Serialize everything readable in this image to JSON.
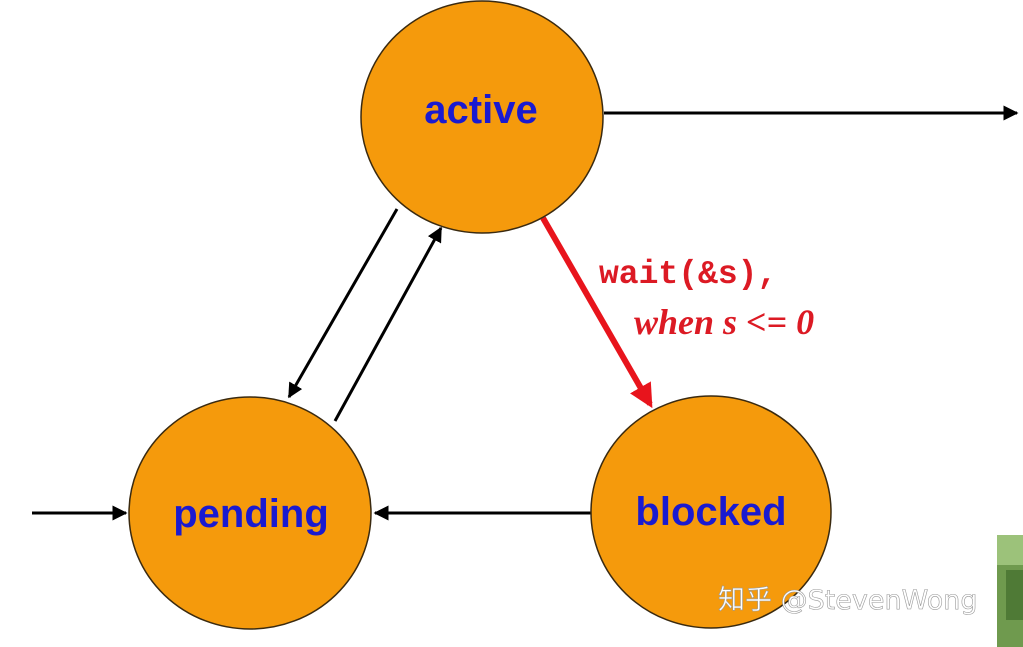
{
  "states": {
    "active": "active",
    "pending": "pending",
    "blocked": "blocked"
  },
  "transition_label": {
    "code": "wait(&s),",
    "condition": "when s <= 0"
  },
  "watermark": "知乎 @StevenWong",
  "colors": {
    "node_fill": "#F59A0C",
    "node_stroke": "#3a2a10",
    "label_text": "#1a1ad0",
    "highlight_arrow": "#e8141c",
    "highlight_text": "#dc1a24",
    "arrow": "#000000",
    "watermark": "#ffffff"
  }
}
